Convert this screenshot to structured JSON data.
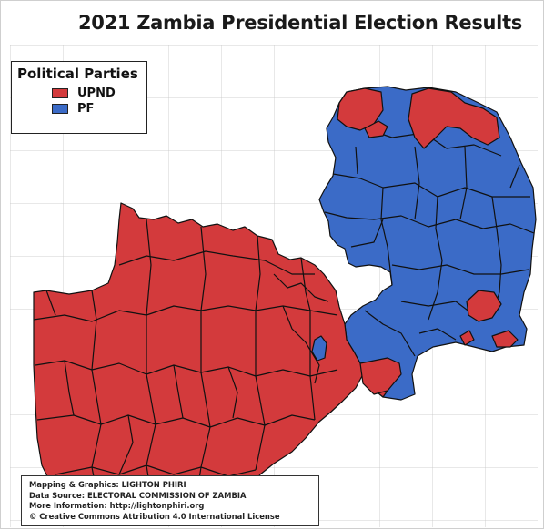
{
  "title": "2021 Zambia Presidential Election Results",
  "legend": {
    "title": "Political Parties",
    "items": [
      {
        "label": "UPND",
        "color": "#d33a3c"
      },
      {
        "label": "PF",
        "color": "#3b6bc7"
      }
    ]
  },
  "colors": {
    "border": "#111111",
    "upnd": "#d33a3c",
    "pf": "#3b6bc7"
  },
  "credits": {
    "line1": "Mapping & Graphics: LIGHTON PHIRI",
    "line2": "Data Source: ELECTORAL COMMISSION OF ZAMBIA",
    "line3": "More Information: http://lightonphiri.org",
    "line4": "© Creative Commons Attribution 4.0 International License"
  }
}
